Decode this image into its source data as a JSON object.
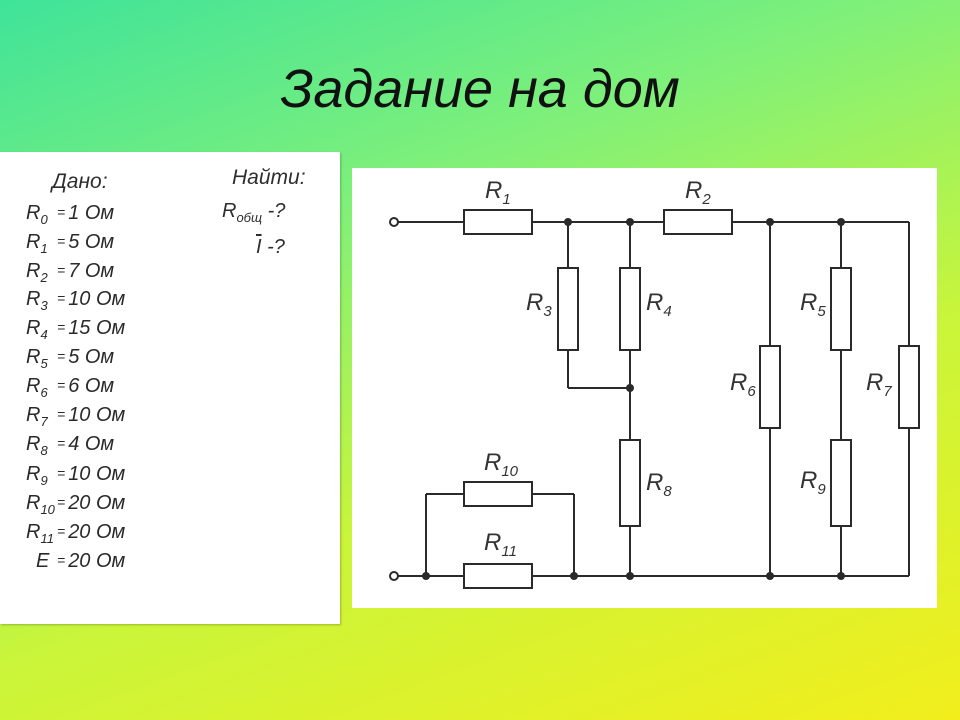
{
  "title": "Задание на дом",
  "given": {
    "header": "Дано:",
    "items": [
      {
        "var": "R",
        "sub": "0",
        "value": "1 Ом"
      },
      {
        "var": "R",
        "sub": "1",
        "value": "5 Ом"
      },
      {
        "var": "R",
        "sub": "2",
        "value": "7 Ом"
      },
      {
        "var": "R",
        "sub": "3",
        "value": "10 Ом"
      },
      {
        "var": "R",
        "sub": "4",
        "value": "15 Ом"
      },
      {
        "var": "R",
        "sub": "5",
        "value": "5 Ом"
      },
      {
        "var": "R",
        "sub": "6",
        "value": "6 Ом"
      },
      {
        "var": "R",
        "sub": "7",
        "value": "10 Ом"
      },
      {
        "var": "R",
        "sub": "8",
        "value": "4 Ом"
      },
      {
        "var": "R",
        "sub": "9",
        "value": "10 Ом"
      },
      {
        "var": "R",
        "sub": "10",
        "value": "20 Ом"
      },
      {
        "var": "R",
        "sub": "11",
        "value": "20 Ом"
      },
      {
        "var": "E",
        "sub": "",
        "value": "20 Ом"
      }
    ]
  },
  "find": {
    "header": "Найти:",
    "items": [
      {
        "var": "R",
        "sub": "общ",
        "suffix": "-?"
      },
      {
        "var": "I",
        "sub": "",
        "suffix": "-?"
      }
    ]
  },
  "circuit": {
    "resistors": [
      {
        "base": "R",
        "sub": "1"
      },
      {
        "base": "R",
        "sub": "2"
      },
      {
        "base": "R",
        "sub": "3"
      },
      {
        "base": "R",
        "sub": "4"
      },
      {
        "base": "R",
        "sub": "5"
      },
      {
        "base": "R",
        "sub": "6"
      },
      {
        "base": "R",
        "sub": "7"
      },
      {
        "base": "R",
        "sub": "8"
      },
      {
        "base": "R",
        "sub": "9"
      },
      {
        "base": "R",
        "sub": "10"
      },
      {
        "base": "R",
        "sub": "11"
      }
    ]
  }
}
